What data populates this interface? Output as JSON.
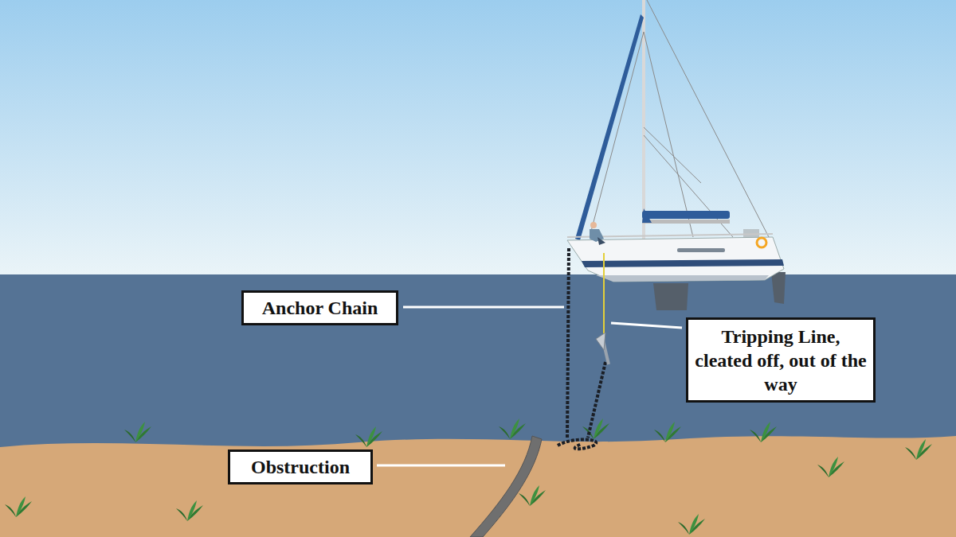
{
  "diagram": {
    "nodes": [
      {
        "text": [
          "Anchor Chain"
        ]
      },
      {
        "text": [
          "Tripping Line, cleated off, out of the way"
        ]
      },
      {
        "text": [
          "Obstruction"
        ]
      }
    ]
  }
}
